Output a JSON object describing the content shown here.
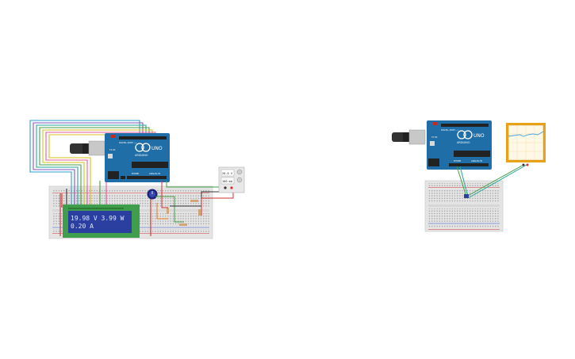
{
  "circuit_left": {
    "arduino": {
      "brand": "ARDUINO",
      "model": "UNO",
      "rx_tx": "TX RX",
      "power": "POWER",
      "analog": "ANALOG IN",
      "digital": "DIGITAL (PWM ~)"
    },
    "lcd": {
      "line1": "19.98 V  3.99  W",
      "line2": "0.20  A"
    },
    "psu": {
      "voltage": "20.0 V",
      "current": "100 mA"
    }
  },
  "circuit_right": {
    "arduino": {
      "brand": "ARDUINO",
      "model": "UNO",
      "rx_tx": "TX RX",
      "power": "POWER",
      "analog": "ANALOG IN",
      "digital": "DIGITAL (PWM ~)"
    }
  },
  "colors": {
    "arduino_board": "#1f6ea8",
    "lcd_bg": "#2a3fa0",
    "lcd_frame": "#3e9e4e",
    "scope_frame": "#e8a318",
    "breadboard": "#e6e6e6"
  }
}
